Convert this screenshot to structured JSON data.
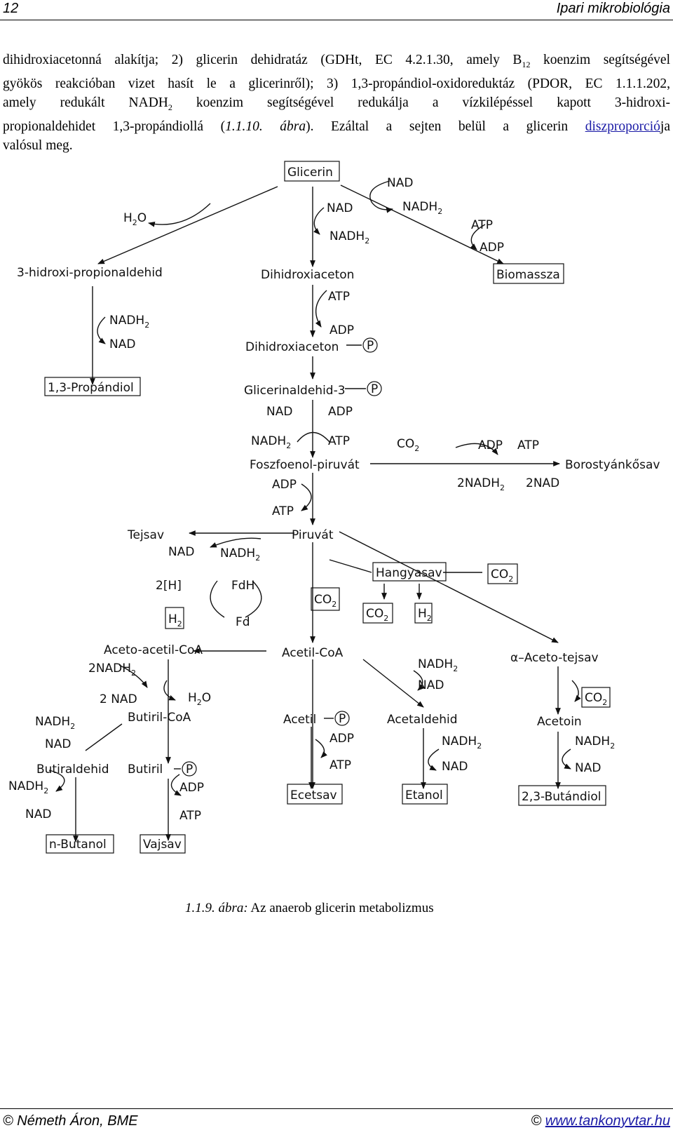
{
  "header": {
    "page_number": "12",
    "title": "Ipari mikrobiológia"
  },
  "paragraph": {
    "l1a": "dihidroxiacetonná alakítja; 2) glicerin dehidratáz (GDHt, EC 4.2.1.30, amely B",
    "l1sub": "12",
    "l1b": " koenzim segítségével",
    "l2": "gyökös reakcióban vizet hasít le a glicerinről); 3) 1,3-propándiol-oxidoreduktáz (PDOR, EC 1.1.1.202,",
    "l3a": "amely redukált NADH",
    "l3sub": "2",
    "l3b": " koenzim segítségével redukálja a vízkilépéssel kapott 3-hidroxi-",
    "l4a": "propionaldehidet 1,3-propándiollá (",
    "l4ref": "1.1.10. ábra",
    "l4b": "). Ezáltal a sejten belül a glicerin ",
    "l4link": "diszproporció",
    "l4c": "ja",
    "l5": "valósul meg."
  },
  "diagram": {
    "glicerin": "Glicerin",
    "h2o": "H",
    "sub2": "2",
    "o": "O",
    "nad": "NAD",
    "nadh": "NADH",
    "atp": "ATP",
    "adp": "ADP",
    "hidroxipropionaldehid": "3-hidroxi-propionaldehid",
    "dihidroxiaceton": "Dihidroxiaceton",
    "biomassza": "Biomassza",
    "dihidroxiaceton_p": "Dihidroxiaceton",
    "propandiol": "1,3-Propándiol",
    "glicerinaldehid": "Glicerinaldehid-3",
    "p": "P",
    "co": "CO",
    "foszfoenol": "Foszfoenol-piruvát",
    "borostyankosav": "Borostyánkősav",
    "two_nadh": "2NADH",
    "two_nad": "2NAD",
    "tejsav": "Tejsav",
    "piruvat": "Piruvát",
    "hangyasav": "Hangyasav",
    "h_brack": "2[H]",
    "fdh": "FdH",
    "fd": "Fd",
    "h2": "H",
    "aceto_acetil": "Aceto-acetil-CoA",
    "acetil_coa": "Acetil-CoA",
    "aceto_tejsav": "α–Aceto-tejsav",
    "two_nadh_b": "2NADH",
    "two_nad_b": "2 NAD",
    "butiril_coa": "Butiril-CoA",
    "acetil_p": "Acetil",
    "acetaldehid": "Acetaldehid",
    "acetoin": "Acetoin",
    "butiraldehid": "Butiraldehid",
    "butiril_p": "Butiril",
    "ecetsav": "Ecetsav",
    "etanol": "Etanol",
    "butandiol": "2,3-Butándiol",
    "n_butanol": "n-Butanol",
    "vajsav": "Vajsav"
  },
  "caption": {
    "num": "1.1.9. ábra:",
    "text": " Az anaerob glicerin metabolizmus"
  },
  "footer": {
    "left": "© Németh Áron, BME",
    "right_symbol": "©",
    "right_link": "www.tankonyvtar.hu"
  }
}
